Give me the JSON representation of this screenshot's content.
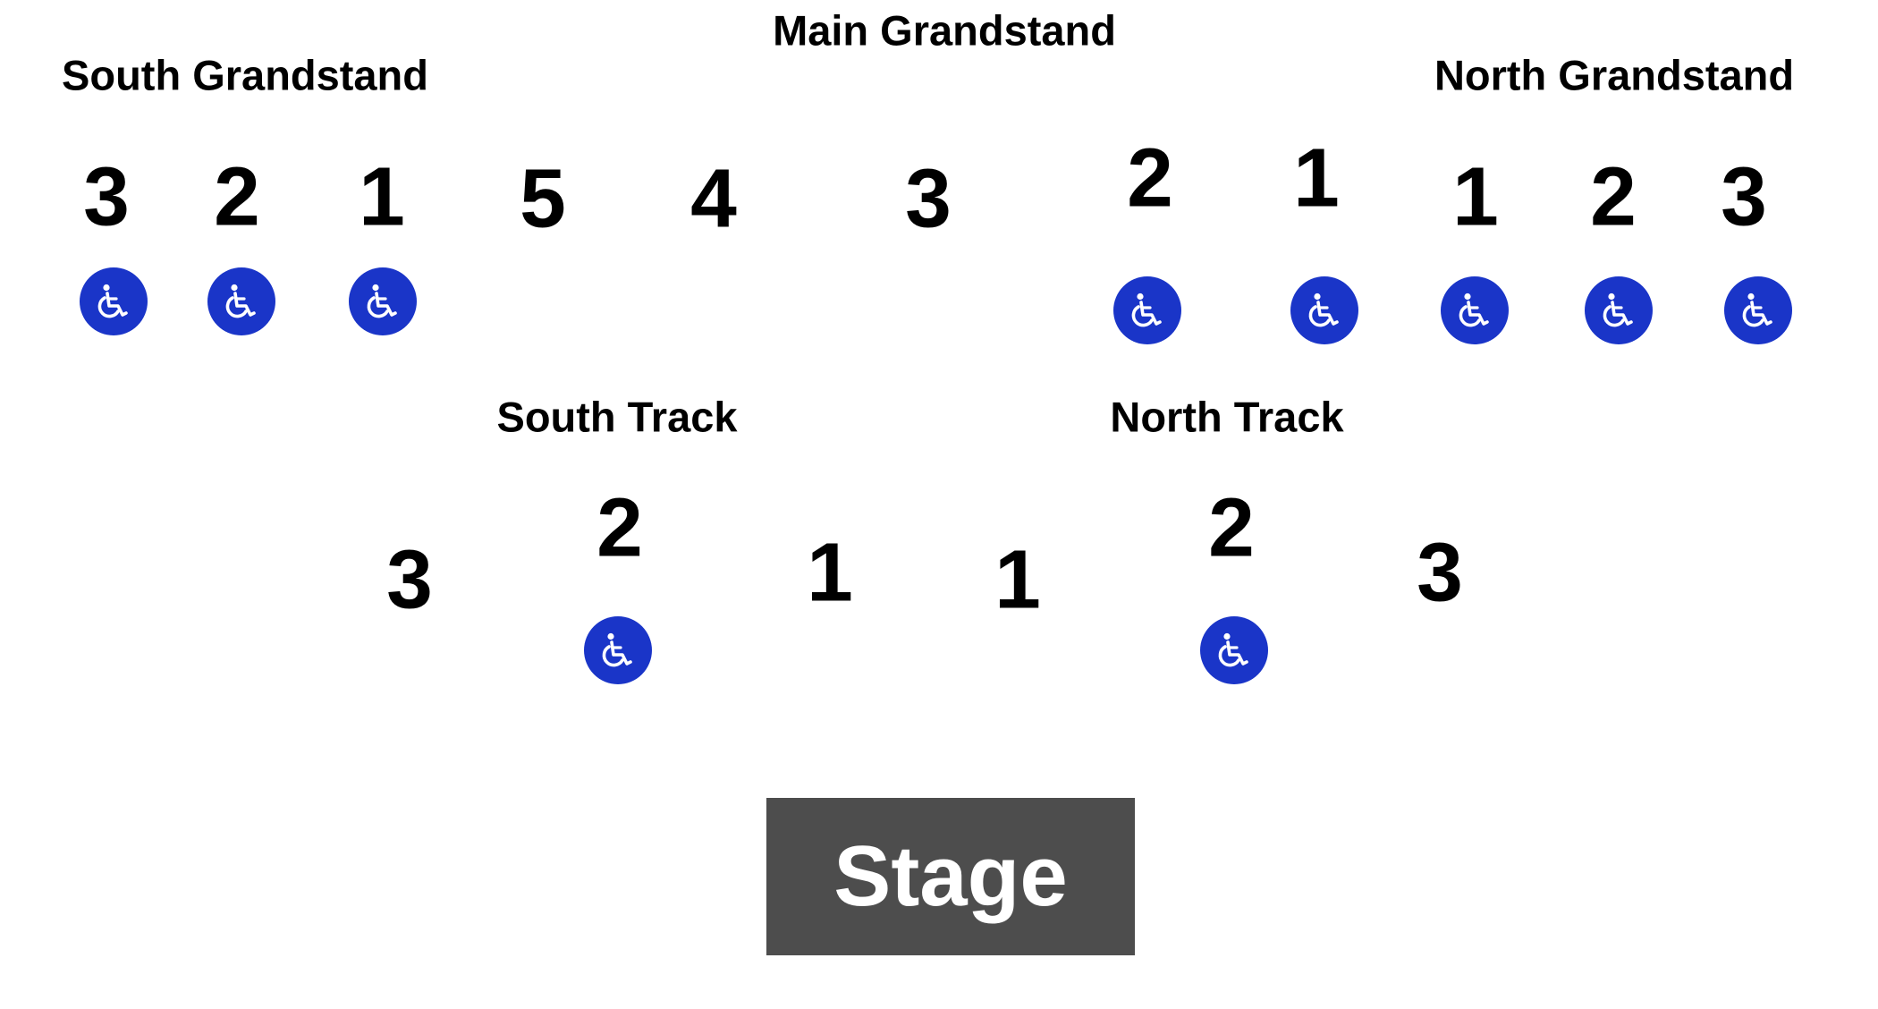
{
  "colors": {
    "background": "#ffffff",
    "text": "#000000",
    "accessible": "#1a35c8",
    "stage": "#4d4d4d",
    "stage_text": "#ffffff"
  },
  "stage": {
    "label": "Stage"
  },
  "areas": [
    {
      "label": "Main Grandstand",
      "sections": [
        "5",
        "4",
        "3",
        "2",
        "1"
      ],
      "accessible_count": 2
    },
    {
      "label": "South Grandstand",
      "sections": [
        "3",
        "2",
        "1"
      ],
      "accessible_count": 3
    },
    {
      "label": "North Grandstand",
      "sections": [
        "1",
        "2",
        "3"
      ],
      "accessible_count": 3
    },
    {
      "label": "South Track",
      "sections": [
        "3",
        "2",
        "1"
      ],
      "accessible_count": 1
    },
    {
      "label": "North Track",
      "sections": [
        "1",
        "2",
        "3"
      ],
      "accessible_count": 1
    }
  ],
  "accessible_icon": "wheelchair-icon"
}
